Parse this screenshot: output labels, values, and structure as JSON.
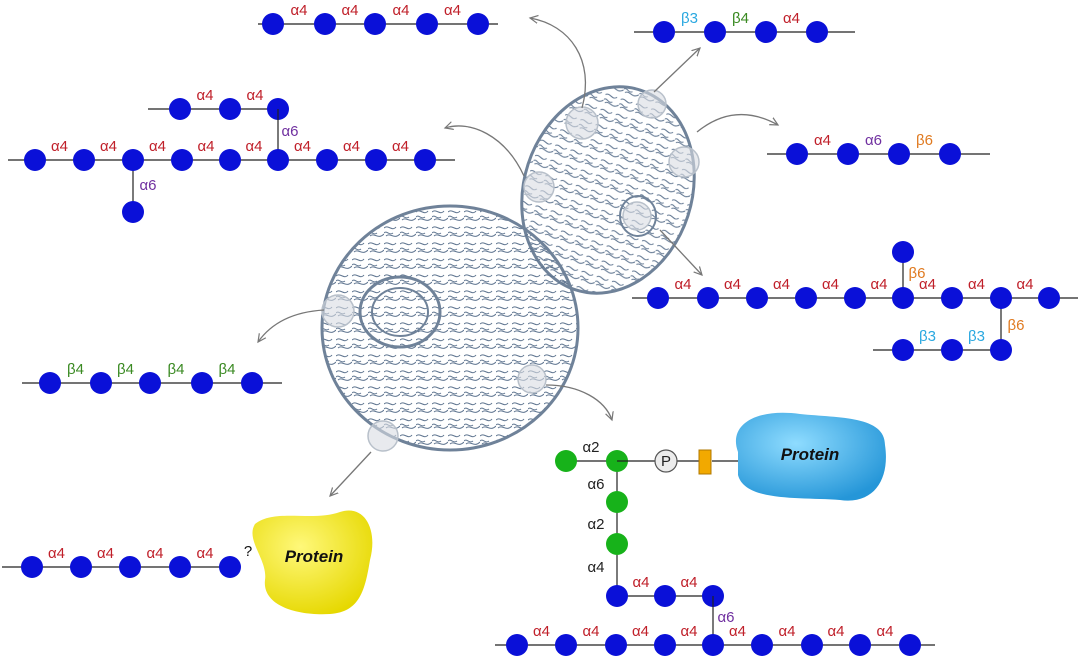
{
  "colors": {
    "glc": "#0a10d8",
    "man": "#17b21a",
    "alpha": "#c0202a",
    "alpha6": "#7030a0",
    "beta4": "#3a8a22",
    "beta3": "#2aa8e0",
    "beta6": "#e07a20",
    "black": "#222222",
    "cell": "#6f8299",
    "protein_blue": "#3ab0e8",
    "protein_yellow": "#f2e600",
    "linker": "#f2a900"
  },
  "labels": {
    "a4": "α4",
    "a6": "α6",
    "a2": "α2",
    "b3": "β3",
    "b4": "β4",
    "b6": "β6",
    "q": "?",
    "p": "P",
    "protein": "Protein"
  }
}
